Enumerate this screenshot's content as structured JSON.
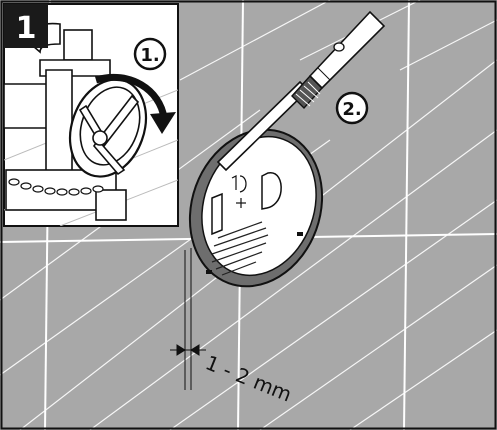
{
  "step": {
    "number": "1"
  },
  "callouts": [
    {
      "id": "c1",
      "label": "1."
    },
    {
      "id": "c2",
      "label": "2."
    }
  ],
  "dimension": {
    "label": "1 - 2 mm"
  },
  "colors": {
    "background": "#a8a8a8",
    "tile_lines": "#ffffff",
    "line": "#111111",
    "ring": "#6e6e6e",
    "step_badge": "#1a1a1a",
    "inset_bg": "#ffffff"
  }
}
